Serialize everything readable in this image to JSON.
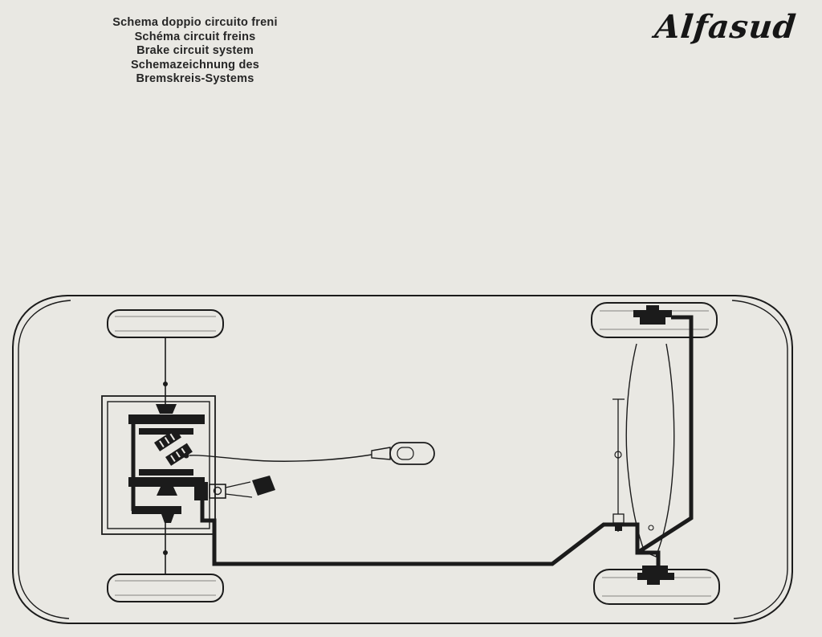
{
  "page": {
    "background": "#e9e8e3",
    "ink": "#1b1b1b"
  },
  "header": {
    "title_lines": [
      "Schema doppio circuito freni",
      "Schéma circuit freins",
      "Brake circuit system",
      "Schemazeichnung des",
      "Bremskreis-Systems"
    ],
    "logo_text": "Alfasud"
  }
}
